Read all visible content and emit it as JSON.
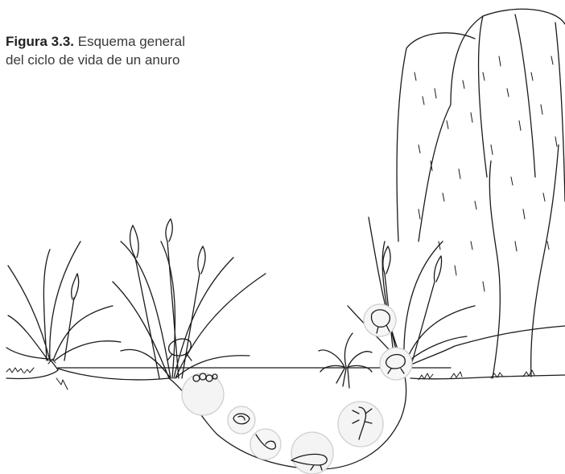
{
  "figure": {
    "label": "Figura 3.3.",
    "title_line1": "Esquema general",
    "title_line2": "del ciclo de vida de un anuro"
  },
  "colors": {
    "ink": "#1a1a1a",
    "stage_circle": "#cfcfcf"
  },
  "stages": [
    "adult-frog-on-grass",
    "frog-in-reeds",
    "egg-mass",
    "embryo",
    "tadpole",
    "tadpole-with-legs",
    "froglet",
    "frog-on-bank"
  ]
}
